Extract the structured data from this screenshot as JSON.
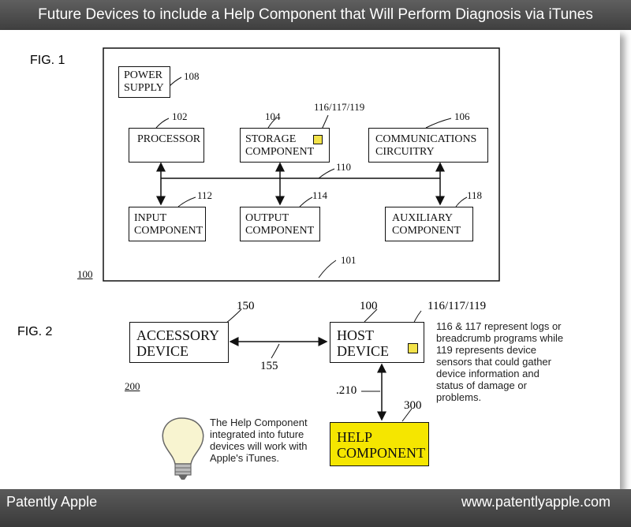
{
  "header": {
    "title": "Future Devices to include a Help Component that Will Perform Diagnosis via iTunes"
  },
  "footer": {
    "left": "Patently Apple",
    "right": "www.patentlyapple.com"
  },
  "fig1": {
    "label": "FIG. 1",
    "system_ref": "100",
    "border_ref": "101",
    "bus_ref": "110",
    "power_supply": {
      "line1": "POWER",
      "line2": "SUPPLY",
      "ref": "108"
    },
    "processor": {
      "line1": "PROCESSOR",
      "ref": "102"
    },
    "storage": {
      "line1": "STORAGE",
      "line2": "COMPONENT",
      "ref": "104",
      "sub_ref": "116/117/119"
    },
    "communications": {
      "line1": "COMMUNICATIONS",
      "line2": "CIRCUITRY",
      "ref": "106"
    },
    "input": {
      "line1": "INPUT",
      "line2": "COMPONENT",
      "ref": "112"
    },
    "output": {
      "line1": "OUTPUT",
      "line2": "COMPONENT",
      "ref": "114"
    },
    "auxiliary": {
      "line1": "AUXILIARY",
      "line2": "COMPONENT",
      "ref": "118"
    }
  },
  "fig2": {
    "label": "FIG. 2",
    "system_ref": "200",
    "accessory": {
      "line1": "ACCESSORY",
      "line2": "DEVICE",
      "ref": "150"
    },
    "host": {
      "line1": "HOST",
      "line2": "DEVICE",
      "ref": "100",
      "sub_ref": "116/117/119"
    },
    "help": {
      "line1": "HELP",
      "line2": "COMPONENT",
      "ref": "300"
    },
    "link_ref": "155",
    "help_link_ref": ".210",
    "side_note": [
      "116 & 117 represent logs or",
      "breadcrumb programs while",
      "119 represents device",
      "sensors that could gather",
      "device information and",
      "status of damage or",
      "problems."
    ],
    "bulb_note": [
      "The Help Component",
      "integrated into future",
      "devices will work with",
      "Apple's iTunes."
    ]
  },
  "colors": {
    "highlight": "#f5e600",
    "sub_square": "#f3e34a",
    "bar": "#4a4a4a"
  },
  "icons": {
    "bulb": "lightbulb-icon"
  }
}
